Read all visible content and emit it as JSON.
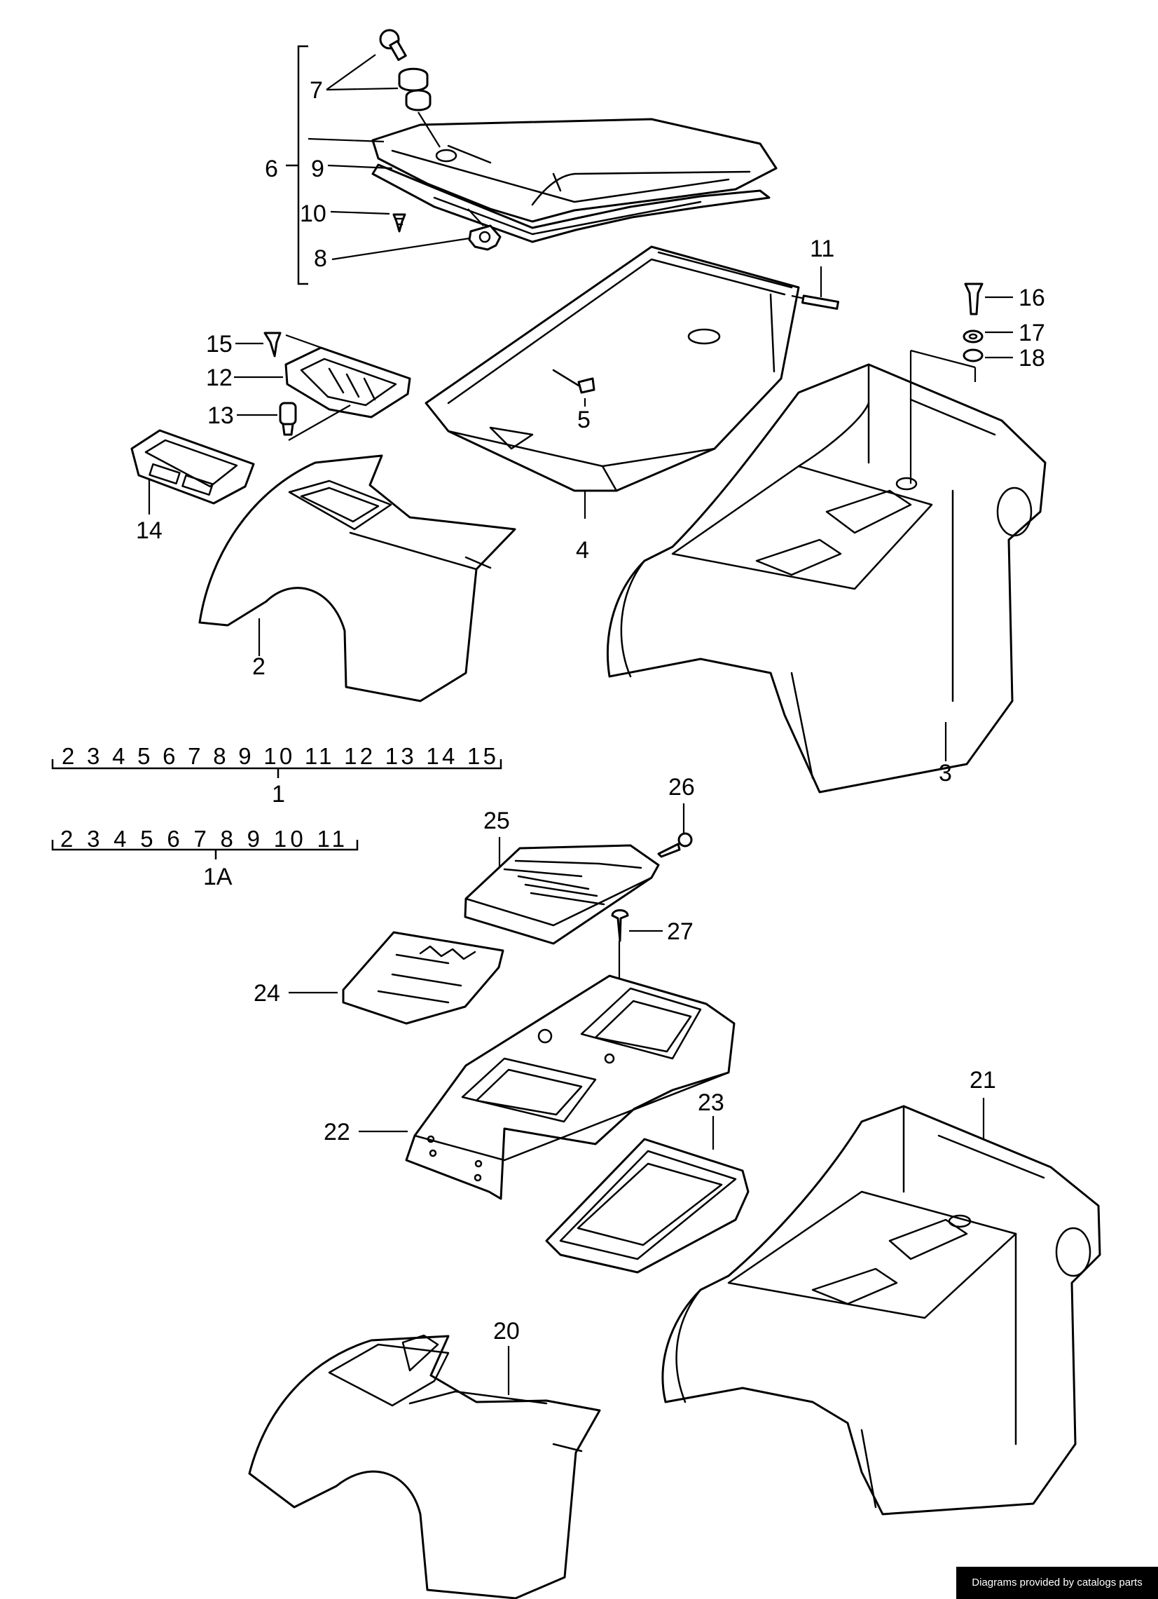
{
  "callouts": {
    "c1": "1",
    "c1a": "1A",
    "c2": "2",
    "c3": "3",
    "c4": "4",
    "c5": "5",
    "c6": "6",
    "c7": "7",
    "c8": "8",
    "c9": "9",
    "c10": "10",
    "c11": "11",
    "c12": "12",
    "c13": "13",
    "c14": "14",
    "c15": "15",
    "c16": "16",
    "c17": "17",
    "c18": "18",
    "c20": "20",
    "c21": "21",
    "c22": "22",
    "c23": "23",
    "c24": "24",
    "c25": "25",
    "c26": "26",
    "c27": "27"
  },
  "ranges": {
    "set_1": "2 3 4 5 6 7 8 9 10 11 12 13 14 15",
    "set_1a": "2 3 4 5 6 7 8 9 10 11"
  },
  "footer": {
    "credit": "Diagrams provided by catalogs parts"
  }
}
